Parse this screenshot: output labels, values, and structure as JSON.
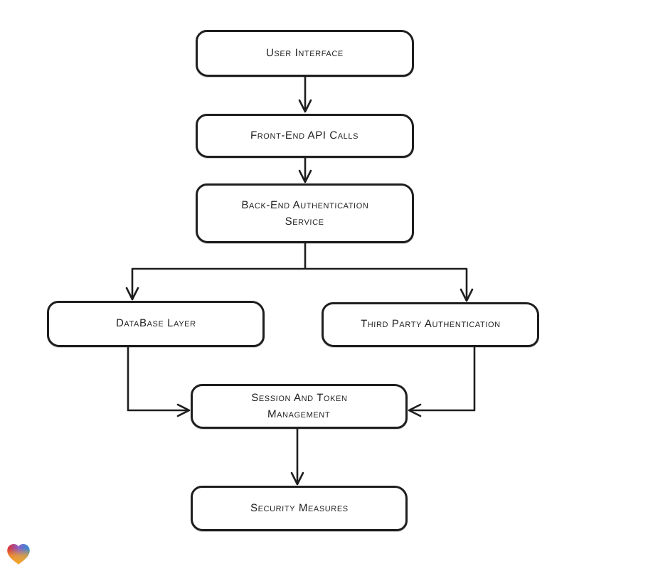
{
  "diagram": {
    "nodes": [
      {
        "id": "user-interface",
        "label": "User Interface"
      },
      {
        "id": "front-end-api-calls",
        "label": "Front-End API Calls"
      },
      {
        "id": "back-end-authentication-service",
        "label": "Back-End Authentication Service"
      },
      {
        "id": "database-layer",
        "label": "DataBase Layer"
      },
      {
        "id": "third-party-authentication",
        "label": "Third Party Authentication"
      },
      {
        "id": "session-and-token-management",
        "label": "Session And Token Management"
      },
      {
        "id": "security-measures",
        "label": "Security Measures"
      }
    ],
    "edges": [
      {
        "from": "user-interface",
        "to": "front-end-api-calls"
      },
      {
        "from": "front-end-api-calls",
        "to": "back-end-authentication-service"
      },
      {
        "from": "back-end-authentication-service",
        "to": "database-layer"
      },
      {
        "from": "back-end-authentication-service",
        "to": "third-party-authentication"
      },
      {
        "from": "database-layer",
        "to": "session-and-token-management"
      },
      {
        "from": "third-party-authentication",
        "to": "session-and-token-management"
      },
      {
        "from": "session-and-token-management",
        "to": "security-measures"
      }
    ],
    "style": {
      "background": "#ffffff",
      "node_fill": "#ffffff",
      "stroke": "#1e1e1e"
    },
    "logo": {
      "name": "eraser-heart-logo",
      "gradient_colors": [
        "#e02d2d",
        "#2a8fd8",
        "#f7a823"
      ]
    }
  }
}
